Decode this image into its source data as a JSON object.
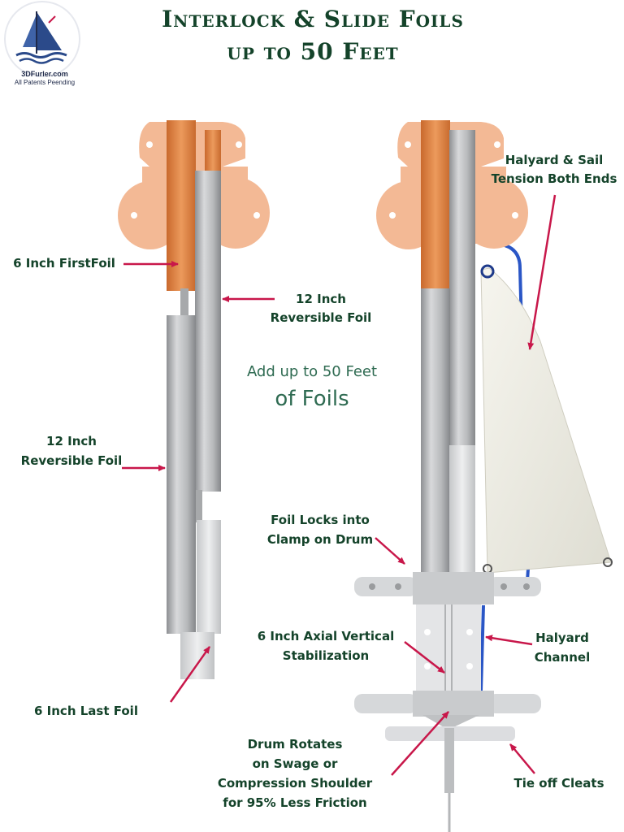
{
  "title": {
    "line1": "Interlock & Slide Foils",
    "line2": "up to 50 Feet"
  },
  "brand": {
    "name": "3DFurler.com",
    "note": "All Patents Peending"
  },
  "callout": {
    "line1": "Add up to 50 Feet",
    "line2": "of Foils"
  },
  "labels": {
    "first_foil": "6 Inch FirstFoil",
    "reversible_top": [
      "12 Inch",
      "Reversible Foil"
    ],
    "reversible_mid": [
      "12 Inch",
      "Reversible Foil"
    ],
    "last_foil": "6 Inch Last Foil",
    "halyard_sail": [
      "Halyard & Sail",
      "Tension Both Ends"
    ],
    "foil_locks": [
      "Foil Locks into",
      "Clamp on Drum"
    ],
    "axial": [
      "6 Inch Axial Vertical",
      "Stabilization"
    ],
    "halyard_channel": [
      "Halyard",
      "Channel"
    ],
    "drum": [
      "Drum Rotates",
      "on Swage or",
      "Compression Shoulder",
      "for 95% Less Friction"
    ],
    "tie_off": "Tie off Cleats"
  },
  "colors": {
    "title": "#14432a",
    "arrow": "#c8174a",
    "copper": "#e0884a",
    "mount": "#f3b995",
    "foil": "#bcbec0",
    "sail": "#efeee6",
    "halyard": "#2a56c6"
  }
}
